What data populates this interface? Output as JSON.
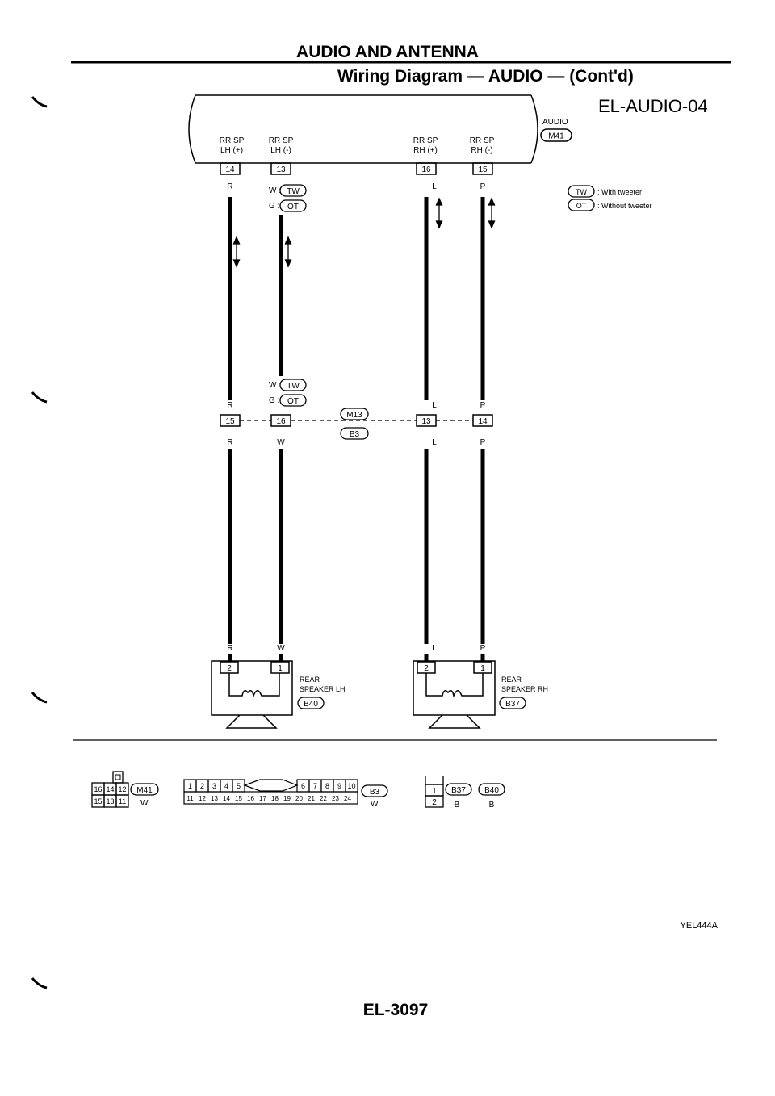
{
  "header": {
    "section_title": "AUDIO AND ANTENNA",
    "subtitle": "Wiring Diagram — AUDIO — (Cont'd)",
    "diagram_code": "EL-AUDIO-04"
  },
  "audio_unit": {
    "label": "AUDIO",
    "connector": "M41",
    "pins": [
      {
        "name_line1": "RR SP",
        "name_line2": "LH (+)",
        "pin": "14",
        "color": "R"
      },
      {
        "name_line1": "RR SP",
        "name_line2": "LH (-)",
        "pin": "13",
        "color_variants": [
          "W :",
          "G :"
        ]
      },
      {
        "name_line1": "RR SP",
        "name_line2": "RH (+)",
        "pin": "16",
        "color": "L"
      },
      {
        "name_line1": "RR SP",
        "name_line2": "RH (-)",
        "pin": "15",
        "color": "P"
      }
    ]
  },
  "legend": [
    {
      "code": "TW",
      "text": ": With tweeter"
    },
    {
      "code": "OT",
      "text": ": Without tweeter"
    }
  ],
  "variant_labels": [
    "W :",
    "G :"
  ],
  "junction": {
    "connector_top": "M13",
    "connector_bottom": "B3",
    "pins": [
      {
        "pin": "15",
        "upper_color": "R",
        "lower_color": "R"
      },
      {
        "pin": "16",
        "upper_color": "",
        "lower_color": "W"
      },
      {
        "pin": "13",
        "upper_color": "L",
        "lower_color": "L"
      },
      {
        "pin": "14",
        "upper_color": "P",
        "lower_color": "P"
      }
    ]
  },
  "speakers": [
    {
      "line1": "REAR",
      "line2": "SPEAKER LH",
      "connector": "B40",
      "pins": [
        "2",
        "1"
      ],
      "wire_colors": [
        "R",
        "W"
      ]
    },
    {
      "line1": "REAR",
      "line2": "SPEAKER RH",
      "connector": "B37",
      "pins": [
        "2",
        "1"
      ],
      "wire_colors": [
        "L",
        "P"
      ]
    }
  ],
  "connector_views": {
    "m41": {
      "connector": "M41",
      "color": "W",
      "top_row": [
        "16",
        "14",
        "12"
      ],
      "bottom_row": [
        "15",
        "13",
        "11"
      ]
    },
    "b3": {
      "connector": "B3",
      "color": "W",
      "top_left": [
        "1",
        "2",
        "3",
        "4",
        "5"
      ],
      "top_right": [
        "6",
        "7",
        "8",
        "9",
        "10"
      ],
      "bottom": [
        "11",
        "12",
        "13",
        "14",
        "15",
        "16",
        "17",
        "18",
        "19",
        "20",
        "21",
        "22",
        "23",
        "24"
      ]
    },
    "b37_b40": {
      "pins": [
        "1",
        "2"
      ],
      "connectors": [
        "B37",
        "B40"
      ],
      "separator": ",",
      "colors": [
        "B",
        "B"
      ]
    }
  },
  "footer": {
    "figure_code": "YEL444A",
    "page_number": "EL-3097"
  }
}
